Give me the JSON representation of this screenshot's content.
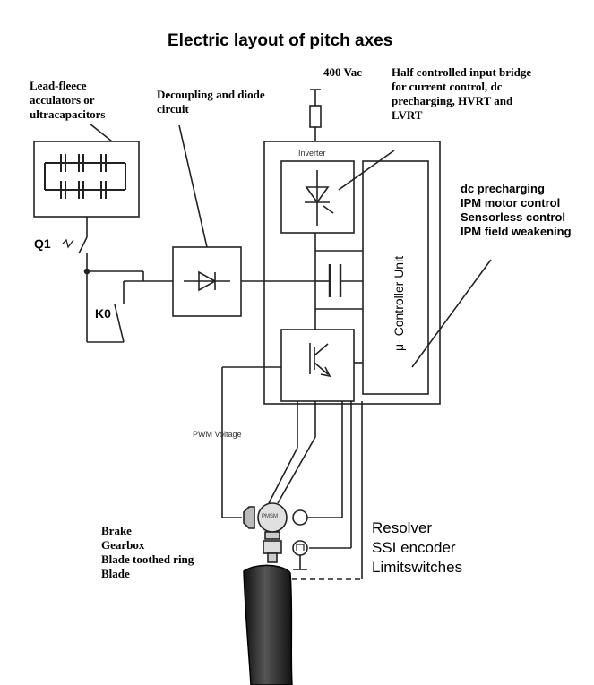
{
  "title": "Electric layout of pitch axes",
  "labels": {
    "storage": [
      "Lead-fleece",
      "acculators or",
      "ultracapacitors"
    ],
    "decoupling": [
      "Decoupling and diode",
      "circuit"
    ],
    "supply": "400 Vac",
    "bridge": [
      "Half controlled input bridge",
      "for current control, dc",
      "precharging, HVRT and",
      "LVRT"
    ],
    "inverter": "Inverter",
    "controller": "μ- Controller Unit",
    "functions": [
      "dc precharging",
      "IPM motor control",
      "Sensorless control",
      "IPM field weakening"
    ],
    "q1": "Q1",
    "k0": "K0",
    "pwm": "PWM Voltage",
    "motor": "PMSM",
    "mechanical": [
      "Brake",
      "Gearbox",
      "Blade toothed ring",
      "Blade"
    ],
    "sensors": [
      "Resolver",
      "SSI encoder",
      "Limitswitches"
    ]
  }
}
